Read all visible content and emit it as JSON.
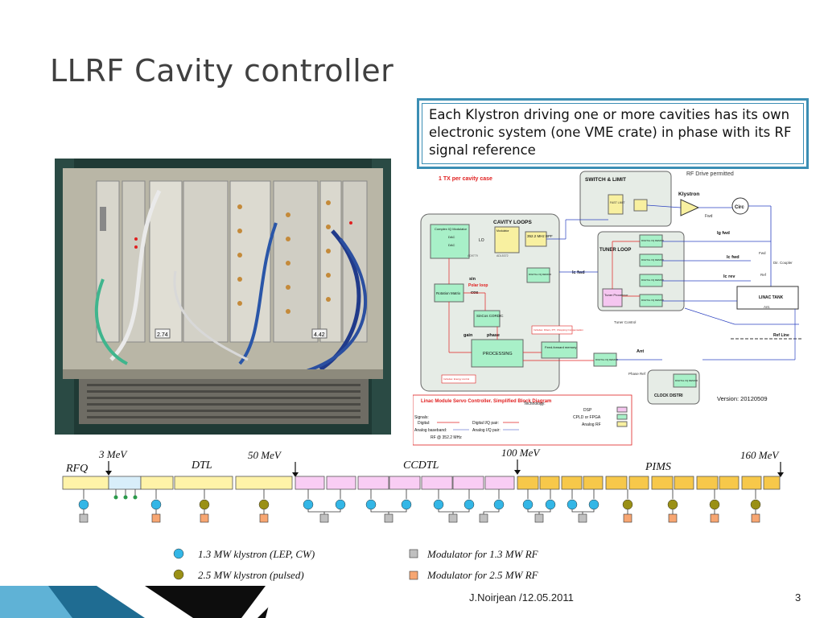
{
  "slide": {
    "title": "LLRF Cavity controller",
    "callout": "Each Klystron driving one or more cavities has its own electronic system (one VME crate) in phase with its RF signal reference",
    "author": "J.Noirjean /12.05.2011",
    "page_number": "3"
  },
  "photo": {
    "module_labels": [
      "2.74",
      "4.42"
    ]
  },
  "block_diagram": {
    "case_label": "1 TX per cavity case",
    "switch_limit": "SWITCH & LIMIT",
    "rf_drive": "RF Drive permitted",
    "fast_limit": "FAST LIMIT",
    "klystron": "Klystron",
    "circ": "Circ",
    "fwd": "Fwd",
    "cavity_loops": "CAVITY LOOPS",
    "complex_iq": "Complex IQ Modulator",
    "dac1": "DAC",
    "dac2": "DAC",
    "lo": "LO",
    "modulator": "Modulator",
    "bpf": "352.2 MHz BPF",
    "ad9779": "AD9779",
    "adl5372": "ADL5372",
    "tuner_loop": "TUNER LOOP",
    "demod": "DIGITAL I/Q DEMOD",
    "ig_fwd": "Ig fwd",
    "ic_fwd_right": "Ic fwd",
    "ic_fwd_left": "Ic fwd",
    "ic_rev": "Ic rev",
    "fwd2": "Fwd",
    "ref2": "Ref",
    "dir_coupler": "Dir. Coupler",
    "linac_tank": "LINAC TANK",
    "ant_tank": "Ant.",
    "sin": "sin",
    "cos": "cos",
    "polar_loop": "Polar loop",
    "rotation_matrix": "Rotation Matrix",
    "sincos": "SinCos CORDIC",
    "gain": "gain",
    "phase": "phase",
    "processing": "PROCESSING",
    "tuner_processor": "Tuner Processor",
    "tuner_control": "Tuner Control",
    "feed_forward": "Feed-forward memory",
    "loop_note": "Includes: Filters, PI?, Chopping Compensation",
    "includes_note": "Includes: Energy control",
    "ref_line": "Ref Line",
    "ant": "Ant",
    "phase_ref": "Phase Ref",
    "clock_distri": "CLOCK DISTRI",
    "version": "Version: 20120509",
    "legend_title": "Linac Module Servo Controller. Simplified Block Diagram",
    "technology": "Technology:",
    "signals": "Signals:",
    "digital": "Digital:",
    "digital_iq": "Digital I/Q pair:",
    "analog_baseband": "Analog baseband:",
    "analog_iq": "Analog I/Q pair:",
    "rf_ref": "RF @ 352.2 MHz",
    "dsp": "DSP",
    "cpld": "CPLD or FPGA",
    "analog_rf": "Analog RF",
    "colors": {
      "dsp": "#f5c6f0",
      "cpld": "#a8f0c8",
      "analog_rf": "#f8f0a0",
      "box_bg": "#e6ece6"
    }
  },
  "linac": {
    "sections": [
      "RFQ",
      "DTL",
      "CCDTL",
      "PIMS"
    ],
    "energies": [
      "3 MeV",
      "50 MeV",
      "100 MeV",
      "160 MeV"
    ],
    "legend": [
      {
        "label": "1.3 MW klystron (LEP, CW)",
        "icon": "cyan-circle"
      },
      {
        "label": "2.5 MW klystron (pulsed)",
        "icon": "olive-circle"
      },
      {
        "label": "Modulator for 1.3 MW RF",
        "icon": "grey-square"
      },
      {
        "label": "Modulator for 2.5 MW RF",
        "icon": "orange-square"
      }
    ],
    "colors": {
      "rfq_dtl": "#fff3a8",
      "ccdtl": "#f9cdf4",
      "pims": "#f7c84a",
      "cyan": "#33b6e6",
      "olive": "#9a9016",
      "grey": "#c0c0c0",
      "orange": "#f7a672"
    }
  }
}
